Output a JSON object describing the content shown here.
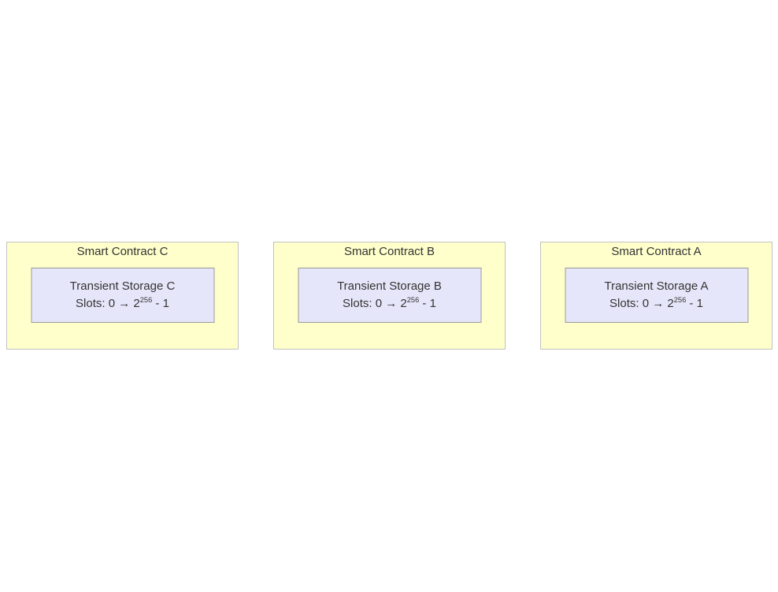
{
  "diagram": {
    "contracts": [
      {
        "title": "Smart Contract C",
        "storage_title": "Transient Storage C",
        "slots_prefix": "Slots: 0 → 2",
        "slots_exponent": "256",
        "slots_suffix": " - 1"
      },
      {
        "title": "Smart Contract B",
        "storage_title": "Transient Storage B",
        "slots_prefix": "Slots: 0 → 2",
        "slots_exponent": "256",
        "slots_suffix": " - 1"
      },
      {
        "title": "Smart Contract A",
        "storage_title": "Transient Storage A",
        "slots_prefix": "Slots: 0 → 2",
        "slots_exponent": "256",
        "slots_suffix": " - 1"
      }
    ],
    "colors": {
      "container_fill": "#ffffcc",
      "container_border": "#c2c2c2",
      "node_fill": "#e6e6fa",
      "node_border": "#999999",
      "text": "#333333"
    }
  }
}
